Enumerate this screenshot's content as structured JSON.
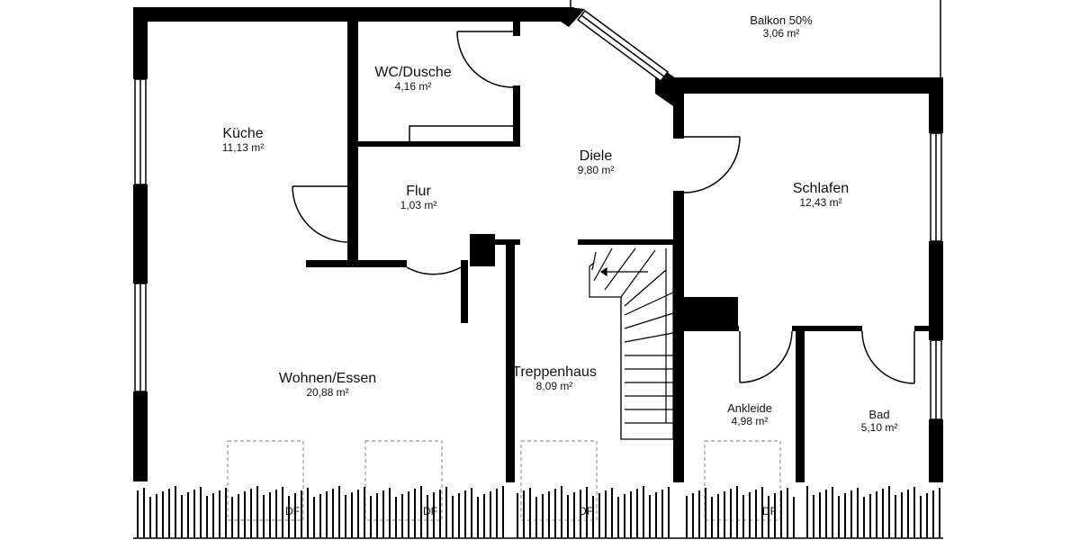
{
  "rooms": {
    "balkon": {
      "name": "Balkon 50%",
      "area": "3,06 m²"
    },
    "wc": {
      "name": "WC/Dusche",
      "area": "4,16 m²"
    },
    "kueche": {
      "name": "Küche",
      "area": "11,13 m²"
    },
    "diele": {
      "name": "Diele",
      "area": "9,80 m²"
    },
    "flur": {
      "name": "Flur",
      "area": "1,03 m²"
    },
    "schlafen": {
      "name": "Schlafen",
      "area": "12,43 m²"
    },
    "wohnen": {
      "name": "Wohnen/Essen",
      "area": "20,88 m²"
    },
    "treppenhaus": {
      "name": "Treppenhaus",
      "area": "8,09 m²"
    },
    "ankleide": {
      "name": "Ankleide",
      "area": "4,98 m²"
    },
    "bad": {
      "name": "Bad",
      "area": "5,10 m²"
    }
  },
  "skylight_label": "DF",
  "colors": {
    "wall": "#000000",
    "background": "#ffffff",
    "dashed": "#999999"
  }
}
